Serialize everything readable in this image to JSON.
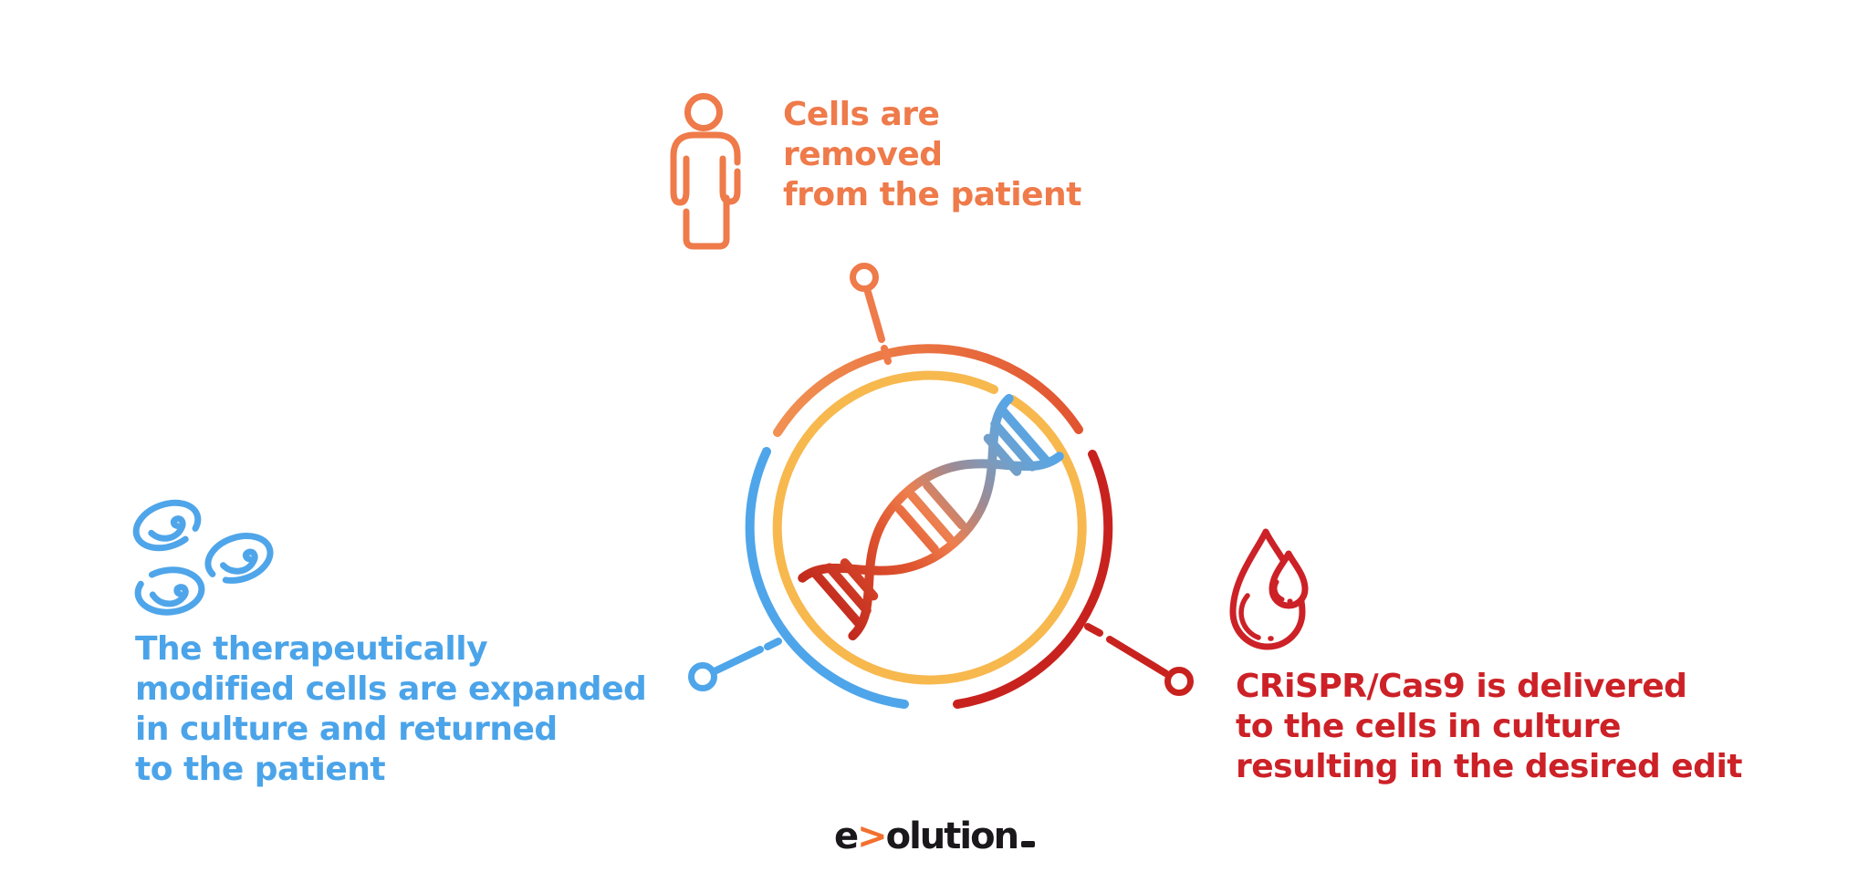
{
  "title": "CRISPR/Cas9 ex vivo cell editing process diagram",
  "colors": {
    "background": "#ffffff",
    "orange": "#EF7A4A",
    "arc_orange_start": "#F19152",
    "arc_orange_end": "#E15430",
    "red": "#C8221F",
    "red_droplet": "#CC2127",
    "blue": "#4FA5E9",
    "yellow": "#F7B84E",
    "dna_red": "#C22A1E",
    "dna_orange": "#EE7F4E",
    "dna_mauve": "#9D8B95",
    "dna_blue": "#55A6E8",
    "logo_text": "#1B181C",
    "logo_accent": "#F2702F"
  },
  "steps": {
    "remove": {
      "icon": "patient-icon",
      "color": "#EF7A4A",
      "lines": [
        "Cells are",
        "removed",
        "from the patient"
      ]
    },
    "deliver": {
      "icon": "droplet-icon",
      "color": "#CC2127",
      "lines": [
        "CRiSPR/Cas9 is delivered",
        "to the cells in culture",
        "resulting in the desired edit"
      ]
    },
    "expand": {
      "icon": "blood-cells-icon",
      "color": "#4BA4E9",
      "lines": [
        "The therapeutically",
        "modified cells are expanded",
        "in culture and returned",
        "to the patient"
      ]
    }
  },
  "center": {
    "icon": "dna-helix-icon",
    "description": "segmented ring with DNA double helix"
  },
  "logo": {
    "prefix": "e",
    "accent": ">",
    "suffix": "olution"
  }
}
